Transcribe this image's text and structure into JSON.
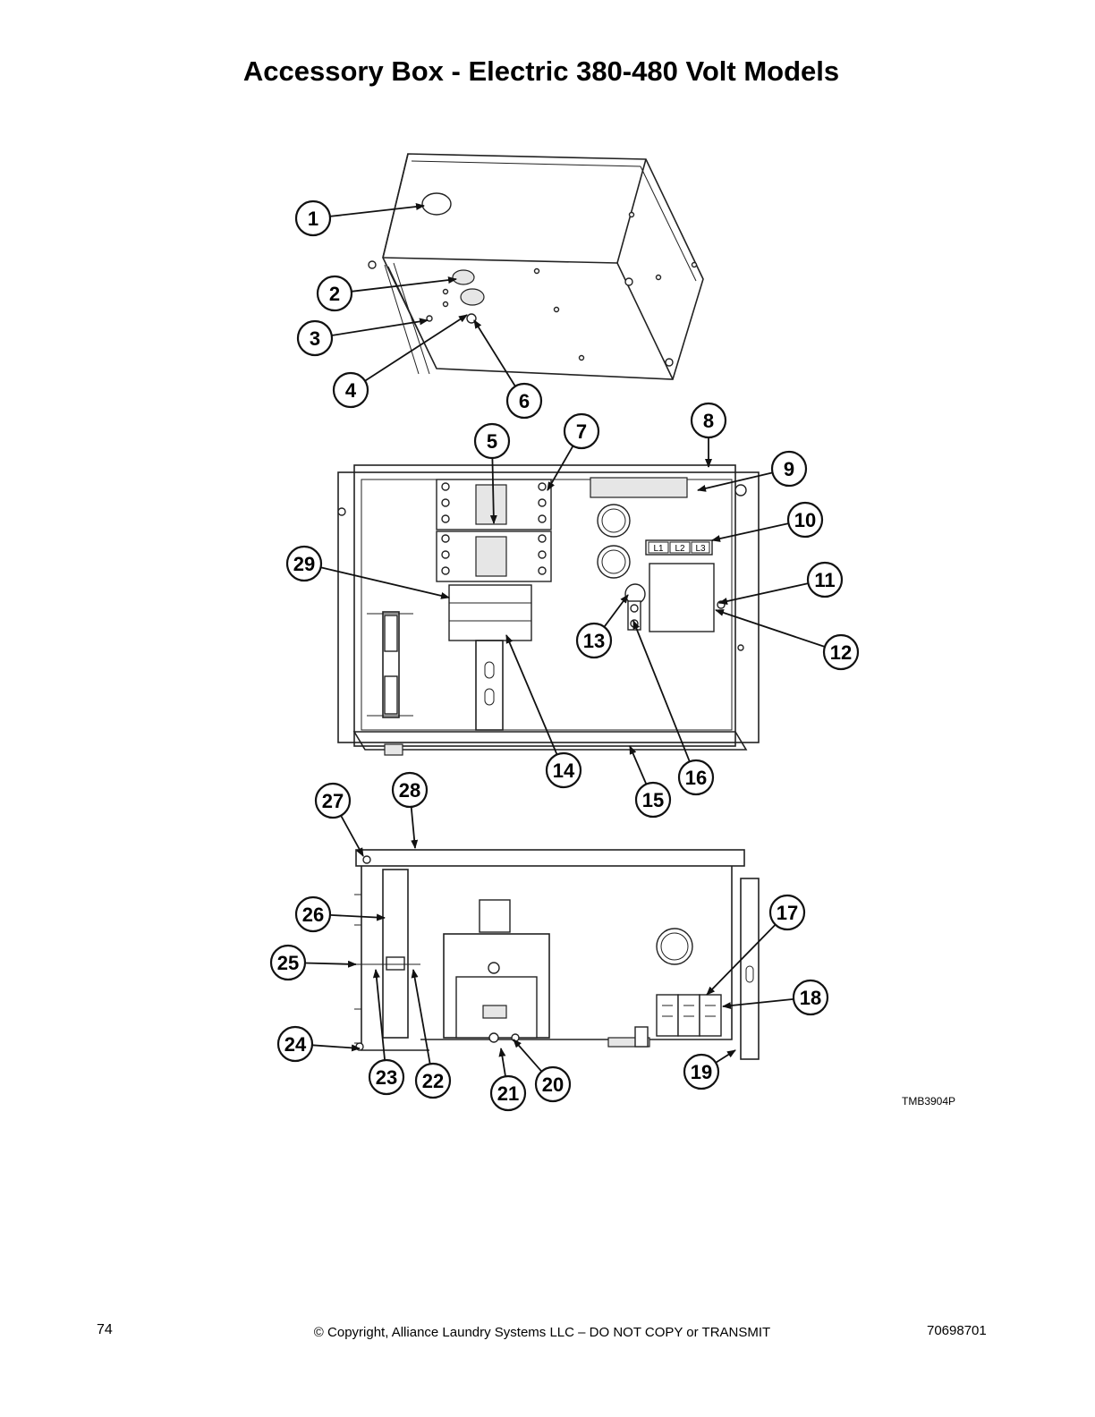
{
  "title": "Accessory Box - Electric 380-480 Volt Models",
  "figure_ref": "TMB3904P",
  "terminal_labels": [
    "L1",
    "L2",
    "L3"
  ],
  "callouts": [
    {
      "label": "1"
    },
    {
      "label": "2"
    },
    {
      "label": "3"
    },
    {
      "label": "4"
    },
    {
      "label": "5"
    },
    {
      "label": "6"
    },
    {
      "label": "7"
    },
    {
      "label": "8"
    },
    {
      "label": "9"
    },
    {
      "label": "10"
    },
    {
      "label": "11"
    },
    {
      "label": "12"
    },
    {
      "label": "13"
    },
    {
      "label": "14"
    },
    {
      "label": "15"
    },
    {
      "label": "16"
    },
    {
      "label": "17"
    },
    {
      "label": "18"
    },
    {
      "label": "19"
    },
    {
      "label": "20"
    },
    {
      "label": "21"
    },
    {
      "label": "22"
    },
    {
      "label": "23"
    },
    {
      "label": "24"
    },
    {
      "label": "25"
    },
    {
      "label": "26"
    },
    {
      "label": "27"
    },
    {
      "label": "28"
    },
    {
      "label": "29"
    }
  ],
  "footer": {
    "page_number": "74",
    "copyright": "© Copyright, Alliance Laundry Systems LLC – DO NOT COPY or TRANSMIT",
    "doc_number": "70698701"
  }
}
